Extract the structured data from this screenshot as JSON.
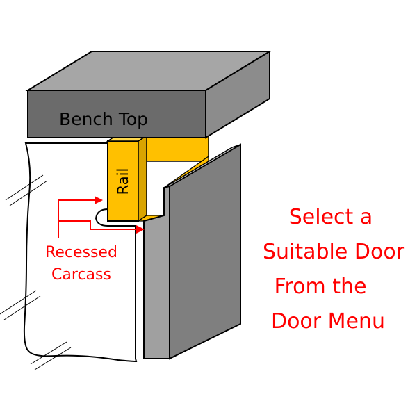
{
  "labels": {
    "bench_top": "Bench Top",
    "rail": "Rail",
    "recessed_line1": "Recessed",
    "recessed_line2": "Carcass"
  },
  "instruction": {
    "line1": "Select a",
    "line2": "Suitable Door",
    "line3": "From the",
    "line4": "Door Menu"
  },
  "colors": {
    "bench_front": "#6b6b6b",
    "bench_top": "#a6a6a6",
    "bench_side": "#8a8a8a",
    "rail_front": "#ffc000",
    "rail_side": "#c89600",
    "door_front": "#7f7f7f",
    "door_side": "#a0a0a0",
    "outline": "#000000",
    "annotation": "#ff0000"
  }
}
